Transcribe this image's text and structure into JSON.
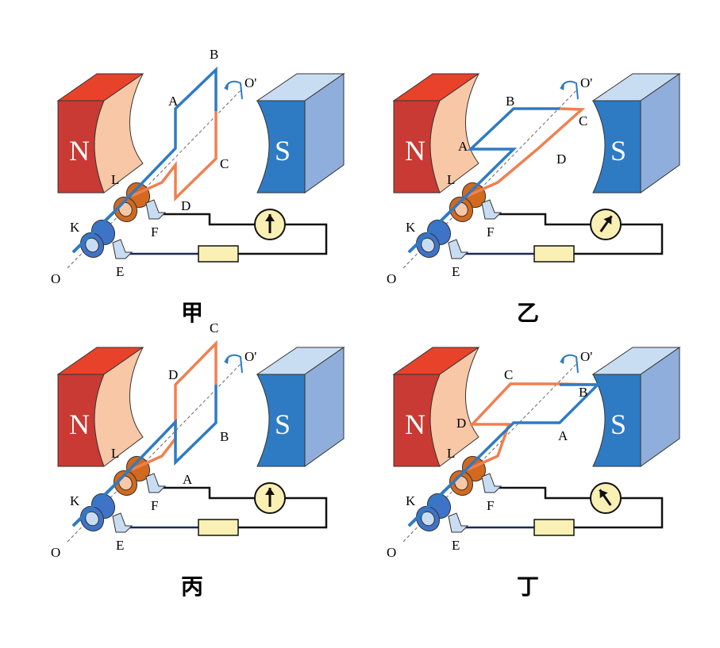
{
  "colors": {
    "n_front": "#C83A33",
    "n_top": "#E8422B",
    "n_face": "#F8C7A6",
    "s_front": "#2E7BC4",
    "s_top": "#C9DDF2",
    "s_side": "#8FAEDB",
    "coil_blue": "#2E7BC4",
    "coil_orange": "#F08050",
    "ring_orange": "#D2691E",
    "ring_blue": "#3E73C8",
    "resistor": "#FAF0B4",
    "meter": "#FAF0B4"
  },
  "panels": [
    {
      "caption": "甲",
      "labels": {
        "n": "N",
        "s": "S",
        "A": "A",
        "B": "B",
        "C": "C",
        "D": "D",
        "E": "E",
        "F": "F",
        "K": "K",
        "L": "L",
        "O": "O",
        "Op": "O'"
      },
      "needle_deg": 0
    },
    {
      "caption": "乙",
      "labels": {
        "n": "N",
        "s": "S",
        "A": "A",
        "B": "B",
        "C": "C",
        "D": "D",
        "E": "E",
        "F": "F",
        "K": "K",
        "L": "L",
        "O": "O",
        "Op": "O'"
      },
      "needle_deg": 35
    },
    {
      "caption": "丙",
      "labels": {
        "n": "N",
        "s": "S",
        "A": "A",
        "B": "B",
        "C": "C",
        "D": "D",
        "E": "E",
        "F": "F",
        "K": "K",
        "L": "L",
        "O": "O",
        "Op": "O'"
      },
      "needle_deg": 0
    },
    {
      "caption": "丁",
      "labels": {
        "n": "N",
        "s": "S",
        "A": "A",
        "B": "B",
        "C": "C",
        "D": "D",
        "E": "E",
        "F": "F",
        "K": "K",
        "L": "L",
        "O": "O",
        "Op": "O'"
      },
      "needle_deg": -35
    }
  ]
}
